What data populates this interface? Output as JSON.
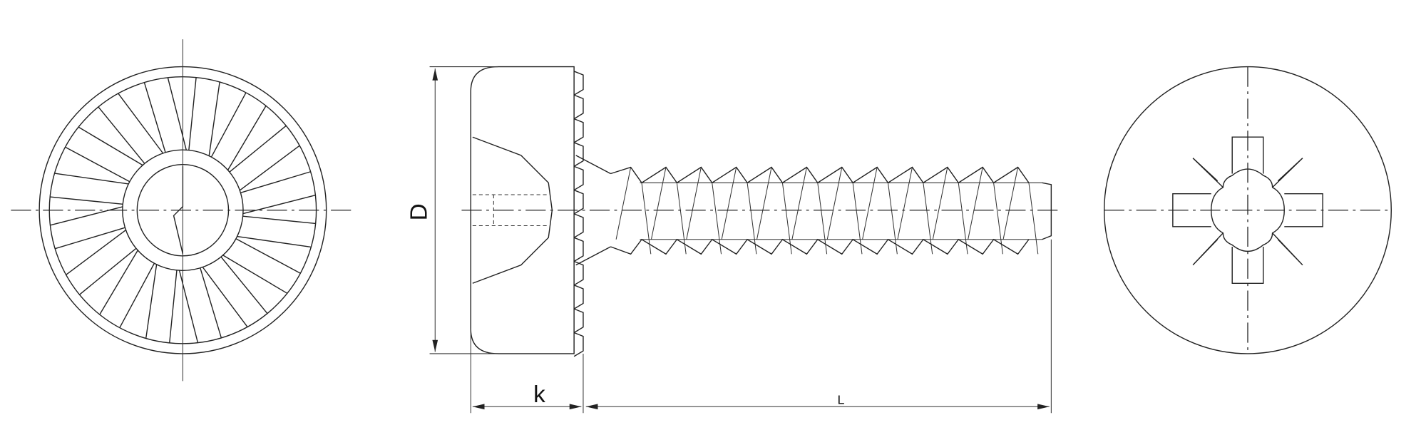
{
  "drawing": {
    "views": [
      "head-underside-view",
      "side-view",
      "head-top-view"
    ],
    "dimensions": {
      "diameter_label": "D",
      "head_height_label": "k",
      "length_label": "L"
    },
    "line_color": "#222222"
  }
}
